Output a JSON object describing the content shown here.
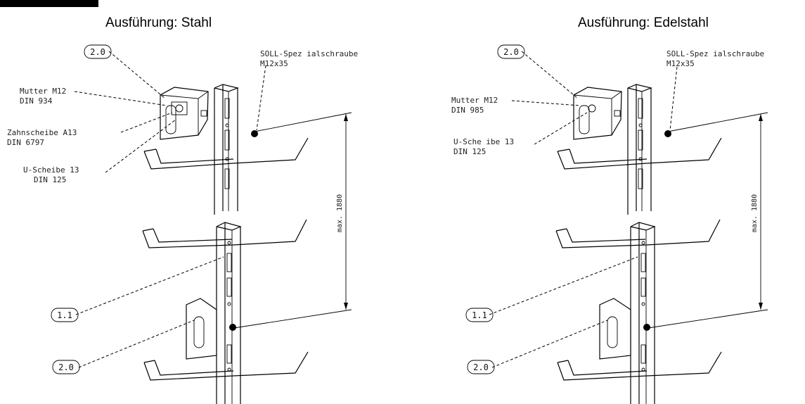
{
  "tab": {
    "color": "#000000"
  },
  "left": {
    "title": "Ausführung: Stahl",
    "bubble_top": "2.0",
    "screw_line1": "SOLL-Spez ialschraube",
    "screw_line2": "M12x35",
    "nut_line1": "Mutter M12",
    "nut_line2": "DIN 934",
    "washer_tooth_line1": "Zahnscheibe A13",
    "washer_tooth_line2": "DIN 6797",
    "washer_line1": "U-Scheibe 13",
    "washer_line2": "DIN 125",
    "dimension": "max. 1880",
    "bubble_mid": "1.1",
    "bubble_bottom": "2.0"
  },
  "right": {
    "title": "Ausführung: Edelstahl",
    "bubble_top": "2.0",
    "screw_line1": "SOLL-Spez ialschraube",
    "screw_line2": "M12x35",
    "nut_line1": "Mutter M12",
    "nut_line2": "DIN 985",
    "washer_line1": "U-Sche ibe 13",
    "washer_line2": "DIN 125",
    "dimension": "max. 1880",
    "bubble_mid": "1.1",
    "bubble_bottom": "2.0"
  }
}
